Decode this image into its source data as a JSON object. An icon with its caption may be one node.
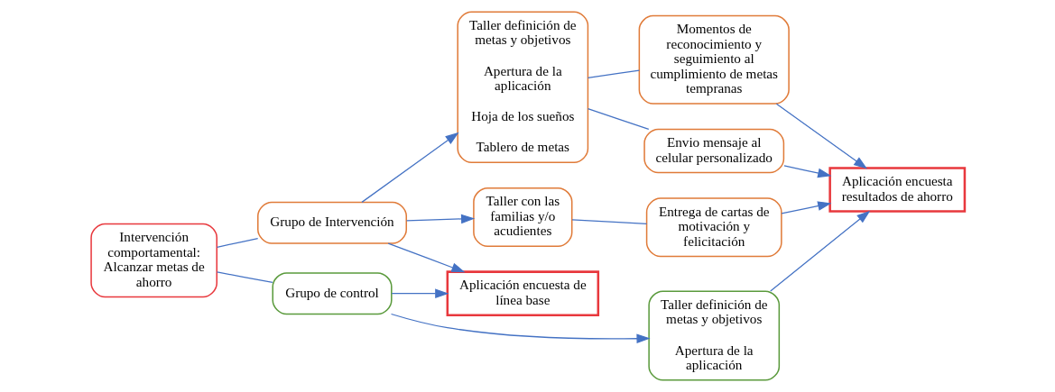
{
  "diagram": {
    "nodes": [
      {
        "text": [
          "Intervención comportamental: Alcanzar metas de ahorro"
        ]
      },
      {
        "text": [
          "Grupo de Intervención"
        ]
      },
      {
        "text": [
          "Grupo de control"
        ]
      },
      {
        "text": [
          "Aplicación encuesta de línea base"
        ]
      },
      {
        "text": [
          "Taller definición de metas y objetivos",
          "Apertura de la aplicación",
          "Hoja de los sueños",
          "Tablero de metas"
        ]
      },
      {
        "text": [
          "Taller con las familias y/o acudientes"
        ]
      },
      {
        "text": [
          "Taller definición de metas y objetivos",
          "Apertura de la aplicación"
        ]
      },
      {
        "text": [
          "Momentos de reconocimiento y seguimiento al cumplimiento de metas tempranas"
        ]
      },
      {
        "text": [
          "Envio mensaje al celular personalizado"
        ]
      },
      {
        "text": [
          "Entrega de cartas de motivación y felicitación"
        ]
      },
      {
        "text": [
          "Aplicación encuesta resultados de ahorro"
        ]
      }
    ],
    "edges": [
      {
        "from": 0,
        "to": 1,
        "arrow": "none"
      },
      {
        "from": 0,
        "to": 2,
        "arrow": "none"
      },
      {
        "from": 1,
        "to": 3,
        "arrow": "to"
      },
      {
        "from": 2,
        "to": 3,
        "arrow": "to"
      },
      {
        "from": 1,
        "to": 4,
        "arrow": "to"
      },
      {
        "from": 1,
        "to": 5,
        "arrow": "to"
      },
      {
        "from": 2,
        "to": 6,
        "arrow": "to"
      },
      {
        "from": 4,
        "to": 7,
        "arrow": "none"
      },
      {
        "from": 4,
        "to": 8,
        "arrow": "none"
      },
      {
        "from": 5,
        "to": 9,
        "arrow": "none"
      },
      {
        "from": 7,
        "to": 10,
        "arrow": "to"
      },
      {
        "from": 8,
        "to": 10,
        "arrow": "to"
      },
      {
        "from": 9,
        "to": 10,
        "arrow": "to"
      },
      {
        "from": 6,
        "to": 10,
        "arrow": "to"
      }
    ]
  }
}
